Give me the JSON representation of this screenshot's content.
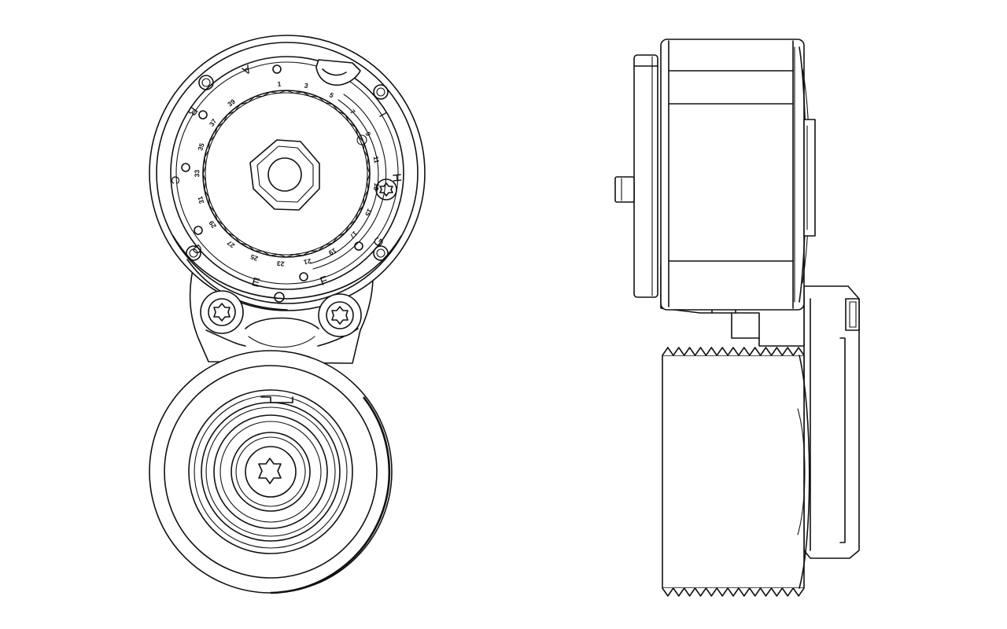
{
  "drawing": {
    "front_view": {
      "dial_numbers": [
        "1",
        "3",
        "5",
        "7",
        "9",
        "11",
        "13",
        "15",
        "17",
        "19",
        "21",
        "23",
        "25",
        "27",
        "29",
        "31",
        "33",
        "35",
        "37",
        "39"
      ],
      "dial_letters": [
        "A",
        "B",
        "C",
        "D",
        "E",
        "F",
        "G",
        "H",
        "I"
      ]
    },
    "side_view": {
      "belt_pulley_teeth": 13
    },
    "colors": {
      "line": "#111111",
      "background": "#ffffff"
    }
  }
}
